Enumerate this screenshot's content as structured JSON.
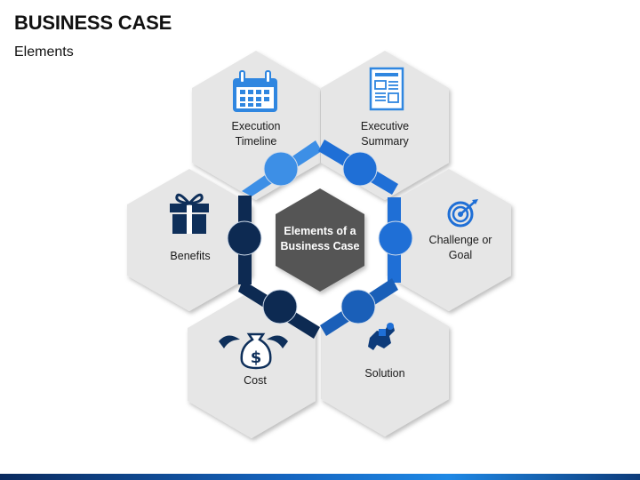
{
  "title": "BUSINESS CASE",
  "subtitle": "Elements",
  "center": {
    "line1": "Elements of a",
    "line2": "Business Case"
  },
  "elements": [
    {
      "id": "execution-timeline",
      "line1": "Execution",
      "line2": "Timeline",
      "icon": "calendar-icon"
    },
    {
      "id": "executive-summary",
      "line1": "Executive",
      "line2": "Summary",
      "icon": "document-icon"
    },
    {
      "id": "challenge-goal",
      "line1": "Challenge or",
      "line2": "Goal",
      "icon": "target-icon"
    },
    {
      "id": "solution",
      "line1": "Solution",
      "line2": "",
      "icon": "puzzle-hand-icon"
    },
    {
      "id": "cost",
      "line1": "Cost",
      "line2": "",
      "icon": "money-bag-icon"
    },
    {
      "id": "benefits",
      "line1": "Benefits",
      "line2": "",
      "icon": "gift-icon"
    }
  ],
  "colors": {
    "hex_fill": "#e6e6e6",
    "center_fill": "#555555",
    "light_blue": "#3d8fe6",
    "mid_blue": "#1f6fd6",
    "dark_navy": "#0d2a52",
    "icon_blue": "#2f86e0",
    "icon_navy": "#0e2f5a"
  }
}
